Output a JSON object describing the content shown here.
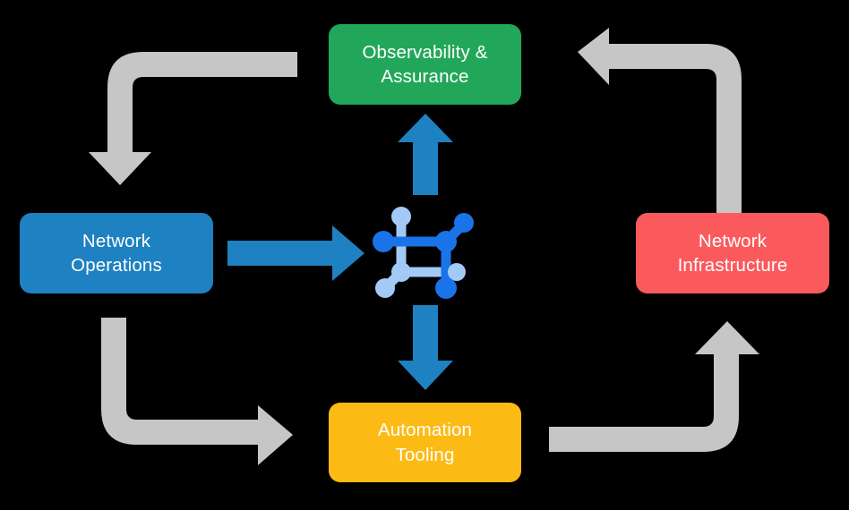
{
  "diagram": {
    "title": "Network automation lifecycle cycle",
    "background_color": "#000000",
    "nodes": [
      {
        "id": "observability",
        "label": "Observability &\nAssurance",
        "color": "#22a75a",
        "text_color": "#ffffff",
        "position": "top"
      },
      {
        "id": "operations",
        "label": "Network\nOperations",
        "color": "#1e81c2",
        "text_color": "#ffffff",
        "position": "left"
      },
      {
        "id": "infrastructure",
        "label": "Network\nInfrastructure",
        "color": "#fb5a5d",
        "text_color": "#ffffff",
        "position": "right"
      },
      {
        "id": "automation",
        "label": "Automation\nTooling",
        "color": "#fcba15",
        "text_color": "#ffffff",
        "position": "bottom"
      }
    ],
    "center_icon": {
      "name": "network-topology-icon",
      "primary_color": "#1a73e8",
      "secondary_color": "#a3caf7"
    },
    "blue_arrows": [
      {
        "id": "operations-to-center",
        "direction": "right",
        "color": "#1e81c2"
      },
      {
        "id": "center-to-observability",
        "direction": "up",
        "color": "#1e81c2"
      },
      {
        "id": "center-to-automation",
        "direction": "down",
        "color": "#1e81c2"
      }
    ],
    "gray_arrows": [
      {
        "id": "observability-to-operations",
        "direction": "down",
        "color": "#c6c6c6"
      },
      {
        "id": "operations-to-automation",
        "direction": "right",
        "color": "#c6c6c6"
      },
      {
        "id": "automation-to-infrastructure",
        "direction": "up",
        "color": "#c6c6c6"
      },
      {
        "id": "infrastructure-to-observability",
        "direction": "left",
        "color": "#c6c6c6"
      }
    ]
  }
}
